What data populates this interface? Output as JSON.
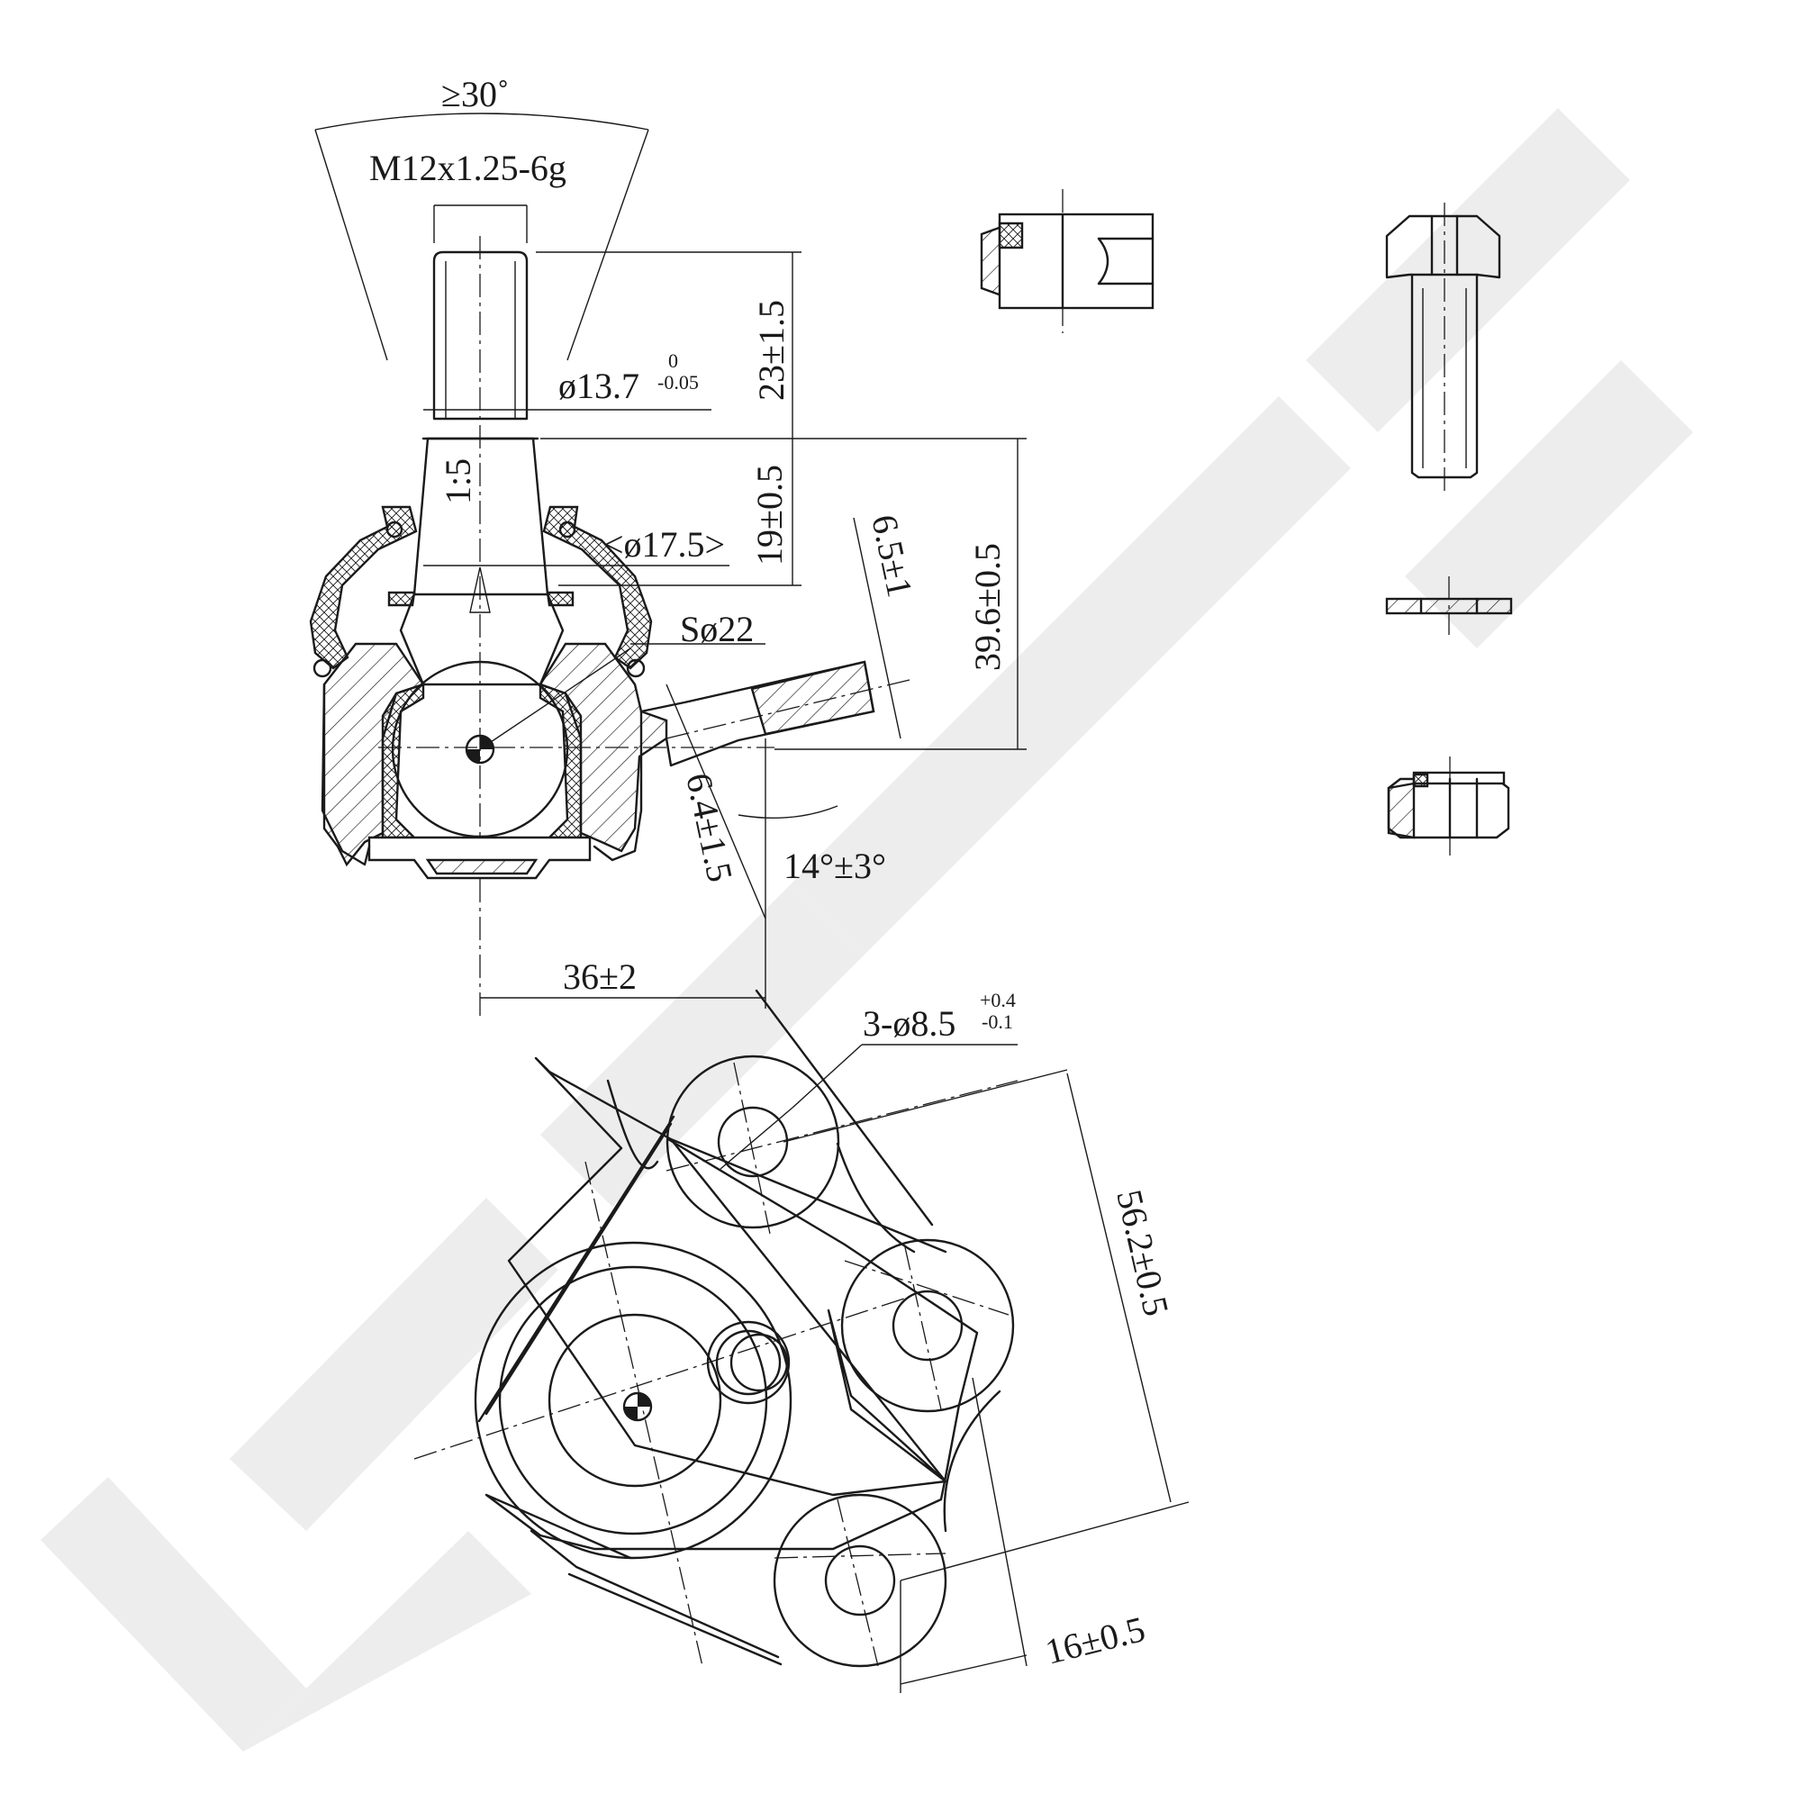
{
  "watermark": "ZEKKERT",
  "dimensions": {
    "angle_min": "≥30˚",
    "thread": "M12x1.25-6g",
    "pin_diameter": "ø13.7",
    "pin_diameter_tol_upper": "0",
    "pin_diameter_tol_lower": "-0.05",
    "thread_length": "23±1.5",
    "taper_ratio": "1:5",
    "taper_length": "19±0.5",
    "taper_diameter": "<ø17.5>",
    "total_height": "39.6±0.5",
    "arm_width": "6.5±1",
    "ball_diameter": "Sø22",
    "arm_offset": "6.4±1.5",
    "arm_angle": "14°±3°",
    "arm_length": "36±2",
    "holes": "3-ø8.5",
    "holes_tol_upper": "+0.4",
    "holes_tol_lower": "-0.1",
    "hole_spacing": "56.2±0.5",
    "hole_offset": "16±0.5"
  }
}
